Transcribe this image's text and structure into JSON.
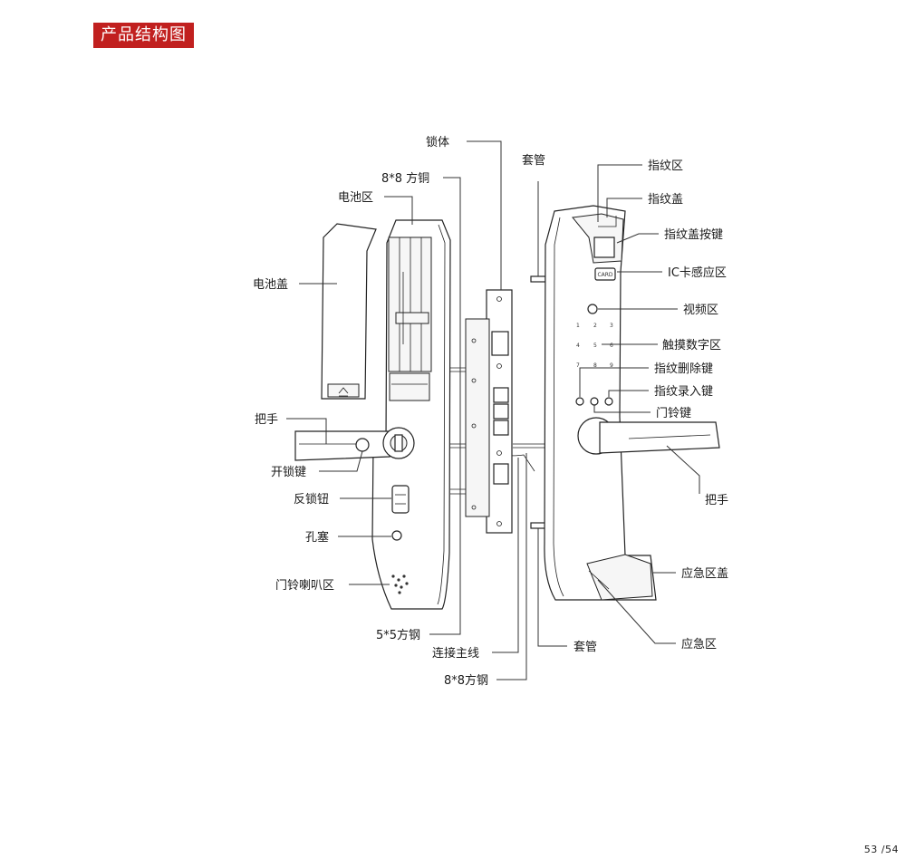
{
  "header": {
    "title": "产品结构图"
  },
  "footer": {
    "page": "53 /54"
  },
  "card_text": "CARD",
  "keypad": [
    "1",
    "2",
    "3",
    "4",
    "5",
    "6",
    "7",
    "8",
    "9"
  ],
  "labels": {
    "lock_body": "锁体",
    "sleeve_top": "套管",
    "square_steel_8_top": "8*8 方铜",
    "battery_area": "电池区",
    "battery_cover": "电池盖",
    "handle_left": "把手",
    "unlock_key": "开锁键",
    "anti_lock_knob": "反锁钮",
    "hole_plug": "孔塞",
    "doorbell_speaker": "门铃喇叭区",
    "square_steel_5": "5*5方钢",
    "connecting_wire": "连接主线",
    "square_steel_8_bottom": "8*8方钢",
    "sleeve_bottom": "套管",
    "fingerprint_area": "指纹区",
    "fingerprint_cover": "指纹盖",
    "fingerprint_cover_button": "指纹盖按键",
    "ic_card_area": "IC卡感应区",
    "video_area": "视频区",
    "touch_keypad": "触摸数字区",
    "fp_delete_key": "指纹删除键",
    "fp_enroll_key": "指纹录入键",
    "doorbell_key": "门铃键",
    "handle_right": "把手",
    "emergency_cover": "应急区盖",
    "emergency_area": "应急区"
  }
}
